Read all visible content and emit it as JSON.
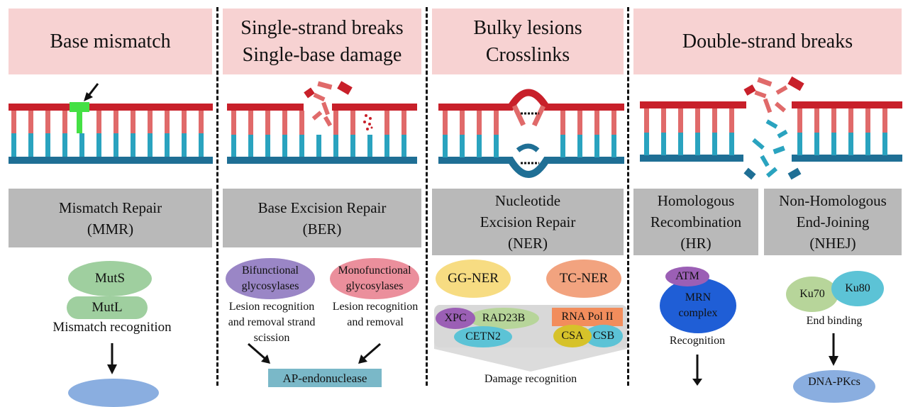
{
  "columns": [
    {
      "header": [
        "Base mismatch"
      ],
      "pathway": [
        "Mismatch Repair",
        "(MMR)"
      ],
      "proteins": [
        "MutS",
        "MutL"
      ],
      "step": "Mismatch recognition"
    },
    {
      "header": [
        "Single-strand breaks",
        "Single-base damage"
      ],
      "pathway": [
        "Base Excision Repair",
        "(BER)"
      ],
      "glycosylases": [
        {
          "name": [
            "Bifunctional",
            "glycosylases"
          ],
          "desc": [
            "Lesion recognition",
            "and removal strand",
            "scission"
          ]
        },
        {
          "name": [
            "Monofunctional",
            "glycosylases"
          ],
          "desc": [
            "Lesion recognition",
            "and removal"
          ]
        }
      ],
      "enzyme": "AP-endonuclease"
    },
    {
      "header": [
        "Bulky lesions",
        "Crosslinks"
      ],
      "pathway": [
        "Nucleotide",
        "Excision Repair",
        "(NER)"
      ],
      "subpathways": [
        "GG-NER",
        "TC-NER"
      ],
      "proteins": [
        "XPC",
        "RAD23B",
        "CETN2",
        "RNA Pol II",
        "CSA",
        "CSB"
      ],
      "step": "Damage recognition"
    },
    {
      "header": [
        "Double-strand breaks"
      ],
      "pathways": [
        {
          "label": [
            "Homologous",
            "Recombination",
            "(HR)"
          ],
          "proteins": [
            "ATM",
            "MRN",
            "complex"
          ],
          "step": "Recognition"
        },
        {
          "label": [
            "Non-Homologous",
            "End-Joining",
            "(NHEJ)"
          ],
          "proteins": [
            "Ku70",
            "Ku80"
          ],
          "step": "End binding",
          "next": "DNA-PKcs"
        }
      ]
    }
  ],
  "colors": {
    "header_bg": "#f7d2d2",
    "pathway_bg": "#b9b9b9",
    "strand_red": "#c8202a",
    "rung_pink": "#e06a6a",
    "strand_blue": "#1f6f95",
    "rung_teal": "#2aa3bf",
    "mismatch": "#44e044"
  }
}
